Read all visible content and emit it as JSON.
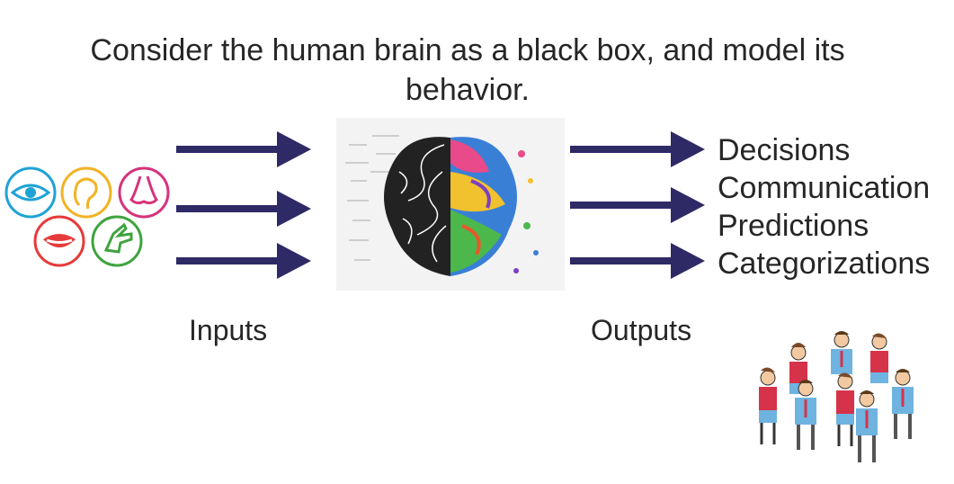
{
  "title": "Consider the human brain as a black box, and model its behavior.",
  "labels": {
    "inputs": "Inputs",
    "outputs": "Outputs"
  },
  "outputs": [
    "Decisions",
    "Communication",
    "Predictions",
    "Categorizations"
  ],
  "colors": {
    "arrow": "#2e2a66",
    "text": "#262626"
  },
  "senses": [
    {
      "icon": "eye-icon",
      "color": "#1ea3d6"
    },
    {
      "icon": "ear-icon",
      "color": "#f2b324"
    },
    {
      "icon": "nose-icon",
      "color": "#d6337a"
    },
    {
      "icon": "mouth-icon",
      "color": "#e63a3a"
    },
    {
      "icon": "hand-icon",
      "color": "#3fa33f"
    }
  ]
}
